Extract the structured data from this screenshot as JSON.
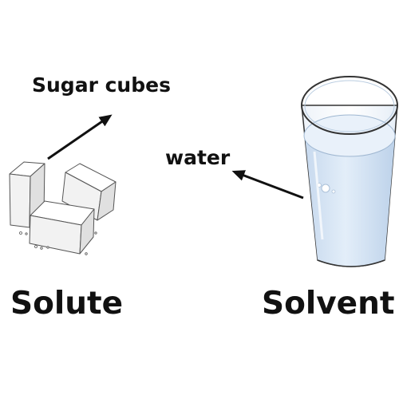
{
  "labels": {
    "solute_item": "Sugar cubes",
    "solvent_item": "water",
    "solute": "Solute",
    "solvent": "Solvent"
  },
  "colors": {
    "text": "#111111",
    "arrow": "#111111",
    "glass_outline": "#333333",
    "water_fill": "#cfe0f2",
    "water_surface": "#e8f1fa",
    "sugar_fill": "#f7f7f7"
  },
  "icons": [
    "sugar-cubes",
    "water-glass",
    "arrow"
  ]
}
